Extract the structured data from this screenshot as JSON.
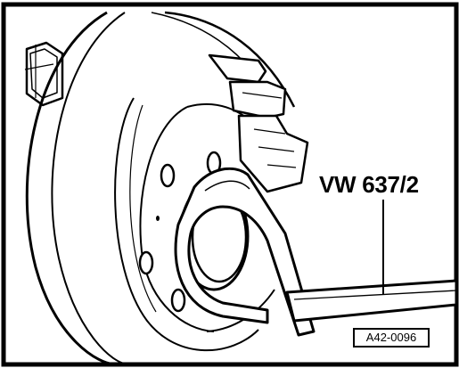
{
  "illustration": {
    "tool_label": "VW 637/2",
    "figure_code": "A42-0096",
    "line_color": "#000000",
    "background_color": "#ffffff",
    "icon": "brake-disc-with-hub-tool-illustration"
  }
}
